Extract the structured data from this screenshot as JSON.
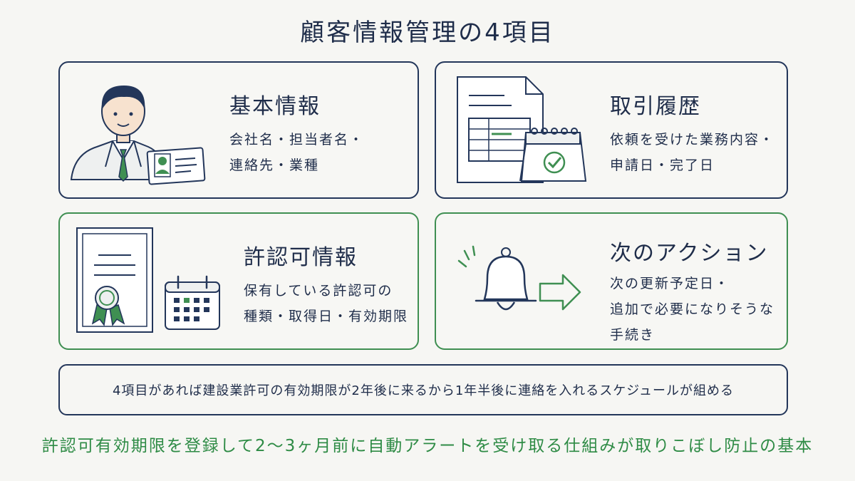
{
  "title": "顧客情報管理の4項目",
  "cards": [
    {
      "title": "基本情報",
      "desc": "会社名・担当者名・\n連絡先・業種"
    },
    {
      "title": "取引履歴",
      "desc": "依頼を受けた業務内容・\n申請日・完了日"
    },
    {
      "title": "許認可情報",
      "desc": "保有している許認可の\n種類・取得日・有効期限"
    },
    {
      "title": "次のアクション",
      "desc": "次の更新予定日・\n追加で必要になりそうな\n手続き"
    }
  ],
  "summary": "4項目があれば建設業許可の有効期限が2年後に来るから1年半後に連絡を入れるスケジュールが組める",
  "footer": "許認可有効期限を登録して2〜3ヶ月前に自動アラートを受け取る仕組みが取りこぼし防止の基本",
  "colors": {
    "navy": "#23365a",
    "green": "#3f8f52",
    "footer_green": "#2e8b45",
    "background": "#f6f6f3"
  }
}
